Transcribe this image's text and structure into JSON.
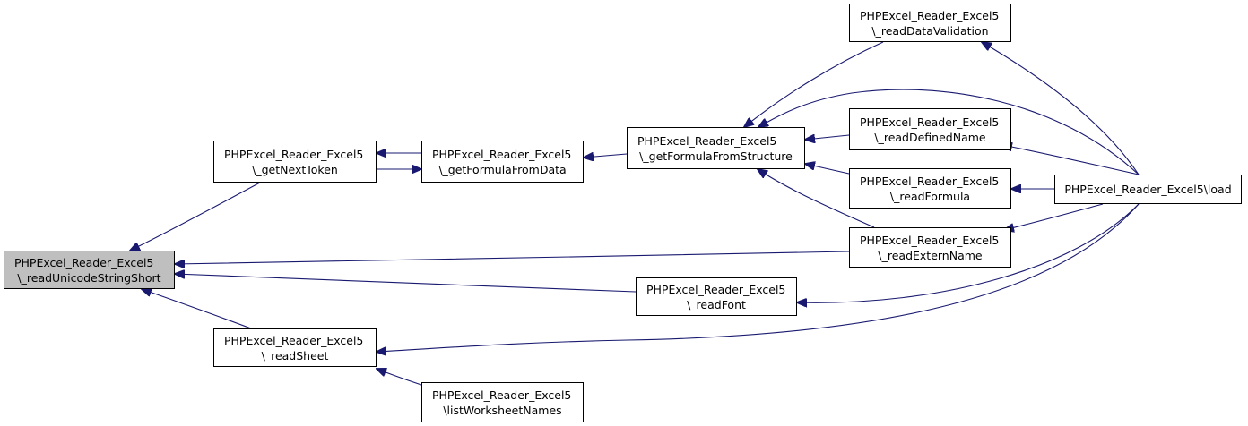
{
  "nodes": [
    {
      "id": "readUnicodeStringShort",
      "line1": "PHPExcel_Reader_Excel5",
      "line2": "\\_readUnicodeStringShort",
      "highlight": true
    },
    {
      "id": "getNextToken",
      "line1": "PHPExcel_Reader_Excel5",
      "line2": "\\_getNextToken"
    },
    {
      "id": "readSheet",
      "line1": "PHPExcel_Reader_Excel5",
      "line2": "\\_readSheet"
    },
    {
      "id": "getFormulaFromData",
      "line1": "PHPExcel_Reader_Excel5",
      "line2": "\\_getFormulaFromData"
    },
    {
      "id": "listWorksheetNames",
      "line1": "PHPExcel_Reader_Excel5",
      "line2": "\\listWorksheetNames"
    },
    {
      "id": "getFormulaFromStructure",
      "line1": "PHPExcel_Reader_Excel5",
      "line2": "\\_getFormulaFromStructure"
    },
    {
      "id": "readFont",
      "line1": "PHPExcel_Reader_Excel5",
      "line2": "\\_readFont"
    },
    {
      "id": "readDataValidation",
      "line1": "PHPExcel_Reader_Excel5",
      "line2": "\\_readDataValidation"
    },
    {
      "id": "readDefinedName",
      "line1": "PHPExcel_Reader_Excel5",
      "line2": "\\_readDefinedName"
    },
    {
      "id": "readFormula",
      "line1": "PHPExcel_Reader_Excel5",
      "line2": "\\_readFormula"
    },
    {
      "id": "readExternName",
      "line1": "PHPExcel_Reader_Excel5",
      "line2": "\\_readExternName"
    },
    {
      "id": "load",
      "line1": "PHPExcel_Reader_Excel5\\load",
      "line2": ""
    }
  ],
  "edges": [
    {
      "from": "getNextToken",
      "to": "readUnicodeStringShort"
    },
    {
      "from": "readExternName",
      "to": "readUnicodeStringShort"
    },
    {
      "from": "readFont",
      "to": "readUnicodeStringShort"
    },
    {
      "from": "readSheet",
      "to": "readUnicodeStringShort"
    },
    {
      "from": "getFormulaFromData",
      "to": "getNextToken"
    },
    {
      "from": "getNextToken",
      "to": "getFormulaFromData"
    },
    {
      "from": "getFormulaFromStructure",
      "to": "getFormulaFromData"
    },
    {
      "from": "readDataValidation",
      "to": "getFormulaFromStructure"
    },
    {
      "from": "load",
      "to": "getFormulaFromStructure"
    },
    {
      "from": "readDefinedName",
      "to": "getFormulaFromStructure"
    },
    {
      "from": "readFormula",
      "to": "getFormulaFromStructure"
    },
    {
      "from": "readExternName",
      "to": "getFormulaFromStructure"
    },
    {
      "from": "load",
      "to": "readDataValidation"
    },
    {
      "from": "load",
      "to": "readDefinedName"
    },
    {
      "from": "load",
      "to": "readFormula"
    },
    {
      "from": "load",
      "to": "readExternName"
    },
    {
      "from": "load",
      "to": "readFont"
    },
    {
      "from": "load",
      "to": "readSheet"
    },
    {
      "from": "listWorksheetNames",
      "to": "readSheet"
    }
  ],
  "colors": {
    "edge": "#191970",
    "node_border": "#000000",
    "highlight_fill": "#bfbfbf"
  }
}
